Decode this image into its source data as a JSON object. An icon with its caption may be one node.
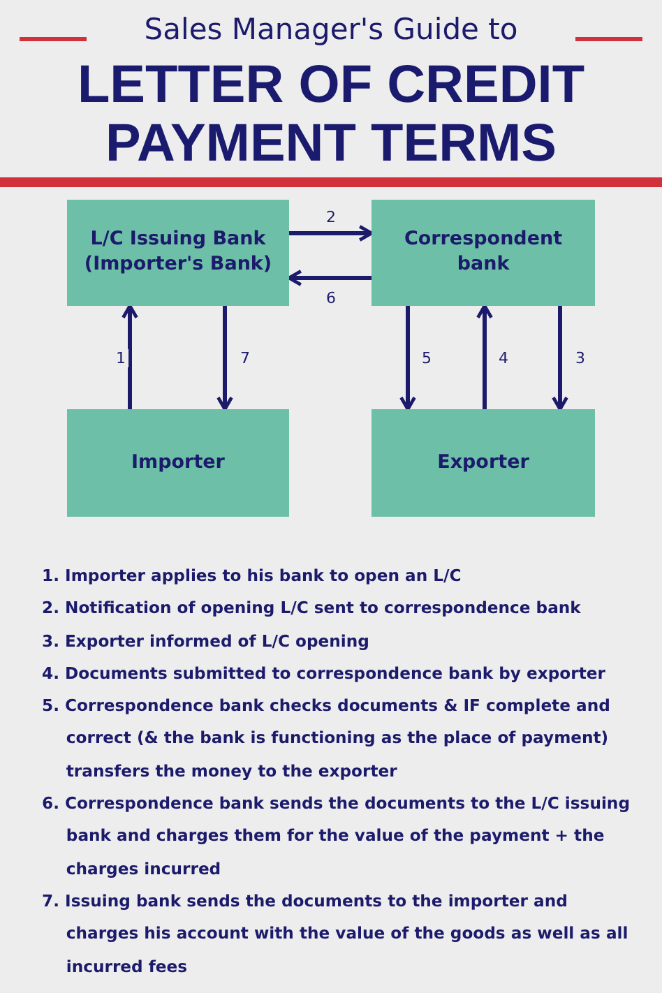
{
  "diagram": {
    "title": "LETTER OF CREDIT PAYMENT TERMS",
    "nodes": [
      {
        "text": [
          "L/C Issuing Bank (Importer's Bank)"
        ]
      },
      {
        "text": [
          "Correspondent bank"
        ]
      },
      {
        "text": [
          "Importer"
        ]
      },
      {
        "text": [
          "Exporter"
        ]
      }
    ],
    "edges": [
      {
        "from": 2,
        "to": 0,
        "arrow": "to",
        "label": "1"
      },
      {
        "from": 0,
        "to": 1,
        "arrow": "to",
        "label": "2"
      },
      {
        "from": 1,
        "to": 3,
        "arrow": "to",
        "label": "3"
      },
      {
        "from": 3,
        "to": 1,
        "arrow": "to",
        "label": "4"
      },
      {
        "from": 1,
        "to": 3,
        "arrow": "to",
        "label": "5"
      },
      {
        "from": 1,
        "to": 0,
        "arrow": "to",
        "label": "6"
      },
      {
        "from": 0,
        "to": 2,
        "arrow": "to",
        "label": "7"
      }
    ],
    "labels": [
      "Sales Manager's Guide to",
      "1. Importer applies to his bank to open an L/C",
      "2. Notification of opening L/C sent to correspondence bank",
      "3. Exporter informed of L/C opening",
      "4. Documents submitted to correspondence bank by exporter",
      "5. Correspondence bank checks documents & IF complete and correct (& the bank is functioning as the place of payment) transfers the money to the exporter",
      "6. Correspondence bank sends the documents to the L/C issuing bank and charges them for the value of the payment + the charges incurred",
      "7. Issuing bank sends the documents to the importer and charges his account with the value of the goods as well as all incurred fees"
    ]
  }
}
